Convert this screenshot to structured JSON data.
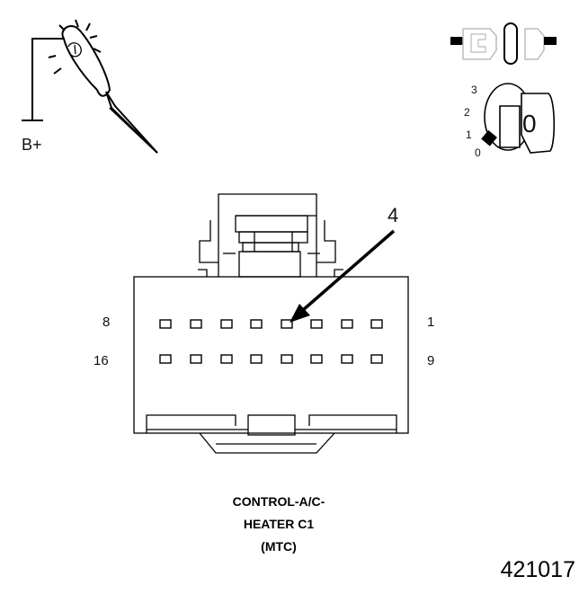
{
  "test_light": {
    "supply_label": "B+"
  },
  "ignition": {
    "positions": [
      "3",
      "2",
      "1",
      "0"
    ],
    "key_label": "0"
  },
  "connector": {
    "callout_number": "4",
    "row1_left_pin": "8",
    "row1_right_pin": "1",
    "row2_left_pin": "16",
    "row2_right_pin": "9"
  },
  "caption": {
    "line1": "CONTROL-A/C-",
    "line2": "HEATER C1",
    "line3": "(MTC)"
  },
  "figure_number": "421017"
}
